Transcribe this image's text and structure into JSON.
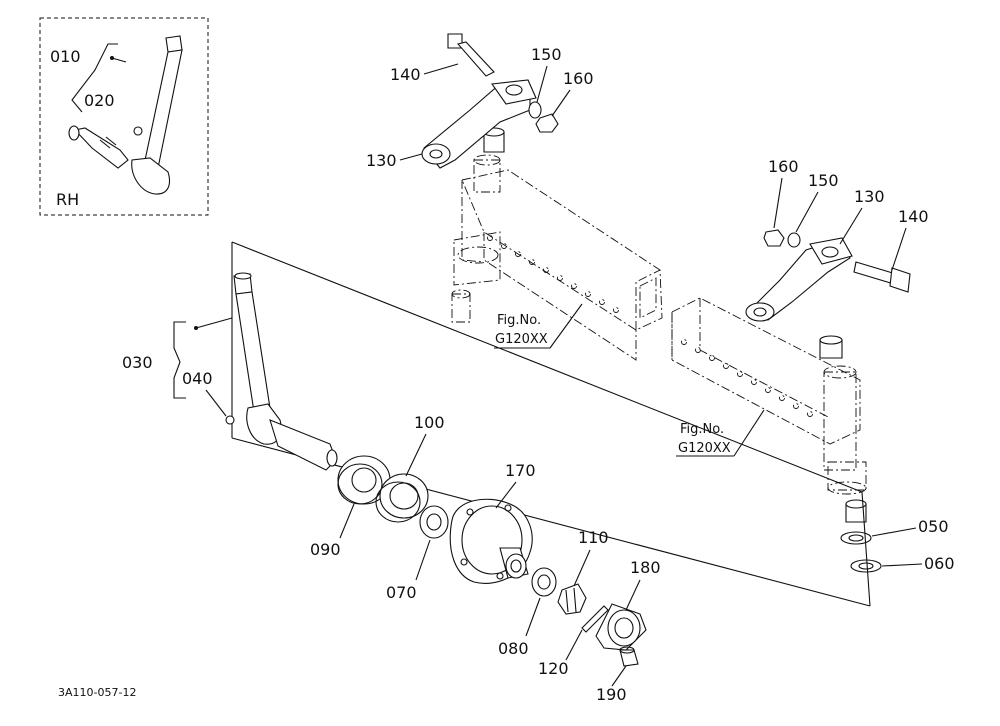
{
  "labels": {
    "p010": "010",
    "p020": "020",
    "rh": "RH",
    "p030": "030",
    "p040": "040",
    "p050": "050",
    "p060": "060",
    "p070": "070",
    "p080": "080",
    "p090": "090",
    "p100": "100",
    "p110": "110",
    "p120": "120",
    "p130a": "130",
    "p130b": "130",
    "p140a": "140",
    "p140b": "140",
    "p150a": "150",
    "p150b": "150",
    "p160a": "160",
    "p160b": "160",
    "p170": "170",
    "p180": "180",
    "p190": "190"
  },
  "refs": {
    "ref1_line1": "Fig.No.",
    "ref1_line2": "G120XX",
    "ref2_line1": "Fig.No.",
    "ref2_line2": "G120XX"
  },
  "drawing_code": "3A110-057-12"
}
